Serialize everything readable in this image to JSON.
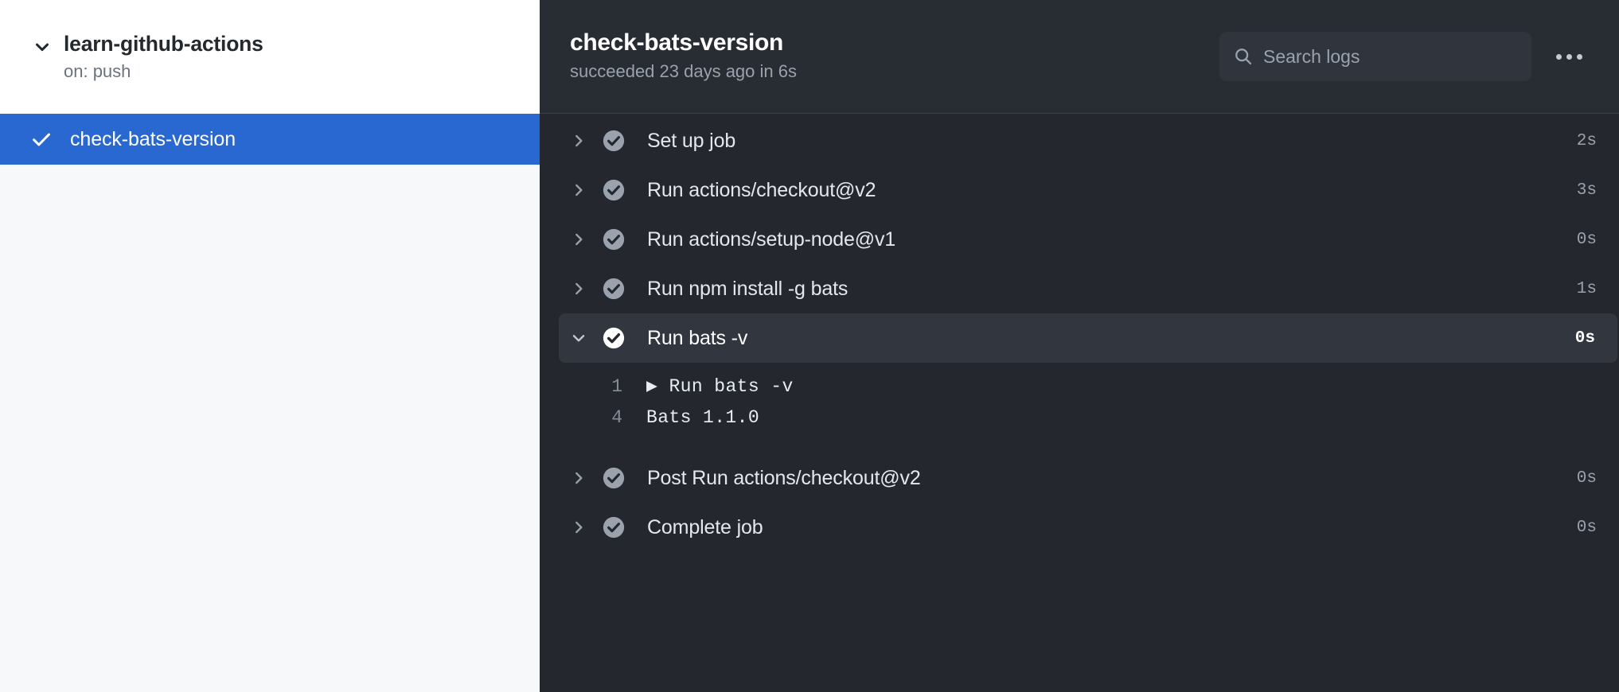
{
  "sidebar": {
    "workflow": {
      "chevron_icon": "chevron-down-icon",
      "name": "learn-github-actions",
      "trigger": "on: push"
    },
    "jobs": [
      {
        "status_icon": "check-icon",
        "label": "check-bats-version",
        "selected": true
      }
    ],
    "selected_color": "#2a68d1"
  },
  "main": {
    "header": {
      "title": "check-bats-version",
      "subtitle": "succeeded 23 days ago in 6s",
      "search": {
        "icon": "search-icon",
        "placeholder": "Search logs",
        "value": ""
      },
      "menu_icon": "kebab-menu-icon"
    },
    "steps": [
      {
        "chevron_icon": "chevron-right-icon",
        "status_icon": "check-circle-icon",
        "name": "Set up job",
        "duration": "2s",
        "expanded": false
      },
      {
        "chevron_icon": "chevron-right-icon",
        "status_icon": "check-circle-icon",
        "name": "Run actions/checkout@v2",
        "duration": "3s",
        "expanded": false
      },
      {
        "chevron_icon": "chevron-right-icon",
        "status_icon": "check-circle-icon",
        "name": "Run actions/setup-node@v1",
        "duration": "0s",
        "expanded": false
      },
      {
        "chevron_icon": "chevron-right-icon",
        "status_icon": "check-circle-icon",
        "name": "Run npm install -g bats",
        "duration": "1s",
        "expanded": false
      },
      {
        "chevron_icon": "chevron-down-icon",
        "status_icon": "check-circle-icon",
        "name": "Run bats -v",
        "duration": "0s",
        "expanded": true
      },
      {
        "chevron_icon": "chevron-right-icon",
        "status_icon": "check-circle-icon",
        "name": "Post Run actions/checkout@v2",
        "duration": "0s",
        "expanded": false
      },
      {
        "chevron_icon": "chevron-right-icon",
        "status_icon": "check-circle-icon",
        "name": "Complete job",
        "duration": "0s",
        "expanded": false
      }
    ],
    "log": {
      "lines": [
        {
          "number": "1",
          "text": "▶ Run bats -v"
        },
        {
          "number": "4",
          "text": "Bats 1.1.0"
        }
      ]
    }
  }
}
